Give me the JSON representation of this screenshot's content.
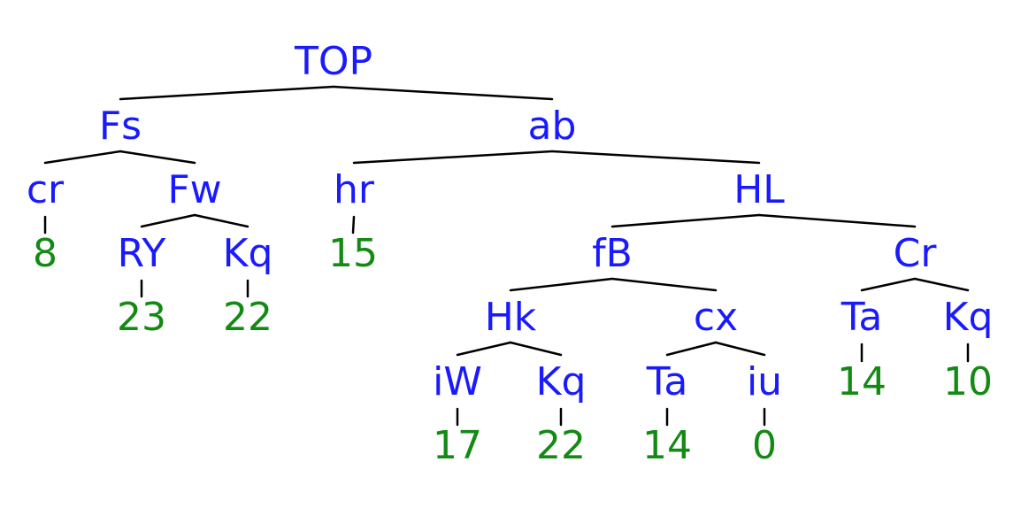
{
  "colors": {
    "background": "#ffffff",
    "category_label": "#1a1aff",
    "leaf_value": "#138a13",
    "edge": "#000000"
  },
  "tree": {
    "nodes": [
      {
        "id": "n0",
        "label": "TOP",
        "kind": "category",
        "children": [
          "n1",
          "n2"
        ]
      },
      {
        "id": "n1",
        "label": "Fs",
        "kind": "category",
        "children": [
          "n3",
          "n4"
        ]
      },
      {
        "id": "n2",
        "label": "ab",
        "kind": "category",
        "children": [
          "n5",
          "n6"
        ]
      },
      {
        "id": "n3",
        "label": "cr",
        "kind": "category",
        "children": [
          "n7"
        ]
      },
      {
        "id": "n4",
        "label": "Fw",
        "kind": "category",
        "children": [
          "n8",
          "n9"
        ]
      },
      {
        "id": "n5",
        "label": "hr",
        "kind": "category",
        "children": [
          "n10"
        ]
      },
      {
        "id": "n6",
        "label": "HL",
        "kind": "category",
        "children": [
          "n11",
          "n12"
        ]
      },
      {
        "id": "n7",
        "label": "8",
        "kind": "value",
        "children": []
      },
      {
        "id": "n8",
        "label": "RY",
        "kind": "category",
        "children": [
          "n13"
        ]
      },
      {
        "id": "n9",
        "label": "Kq",
        "kind": "category",
        "children": [
          "n14"
        ]
      },
      {
        "id": "n10",
        "label": "15",
        "kind": "value",
        "children": []
      },
      {
        "id": "n11",
        "label": "fB",
        "kind": "category",
        "children": [
          "n15",
          "n16"
        ]
      },
      {
        "id": "n12",
        "label": "Cr",
        "kind": "category",
        "children": [
          "n17",
          "n18"
        ]
      },
      {
        "id": "n13",
        "label": "23",
        "kind": "value",
        "children": []
      },
      {
        "id": "n14",
        "label": "22",
        "kind": "value",
        "children": []
      },
      {
        "id": "n15",
        "label": "Hk",
        "kind": "category",
        "children": [
          "n19",
          "n20"
        ]
      },
      {
        "id": "n16",
        "label": "cx",
        "kind": "category",
        "children": [
          "n21",
          "n22"
        ]
      },
      {
        "id": "n17",
        "label": "Ta",
        "kind": "category",
        "children": [
          "n23"
        ]
      },
      {
        "id": "n18",
        "label": "Kq",
        "kind": "category",
        "children": [
          "n24"
        ]
      },
      {
        "id": "n19",
        "label": "iW",
        "kind": "category",
        "children": [
          "n25"
        ]
      },
      {
        "id": "n20",
        "label": "Kq",
        "kind": "category",
        "children": [
          "n26"
        ]
      },
      {
        "id": "n21",
        "label": "Ta",
        "kind": "category",
        "children": [
          "n27"
        ]
      },
      {
        "id": "n22",
        "label": "iu",
        "kind": "category",
        "children": [
          "n28"
        ]
      },
      {
        "id": "n23",
        "label": "14",
        "kind": "value",
        "children": []
      },
      {
        "id": "n24",
        "label": "10",
        "kind": "value",
        "children": []
      },
      {
        "id": "n25",
        "label": "17",
        "kind": "value",
        "children": []
      },
      {
        "id": "n26",
        "label": "22",
        "kind": "value",
        "children": []
      },
      {
        "id": "n27",
        "label": "14",
        "kind": "value",
        "children": []
      },
      {
        "id": "n28",
        "label": "0",
        "kind": "value",
        "children": []
      }
    ]
  }
}
